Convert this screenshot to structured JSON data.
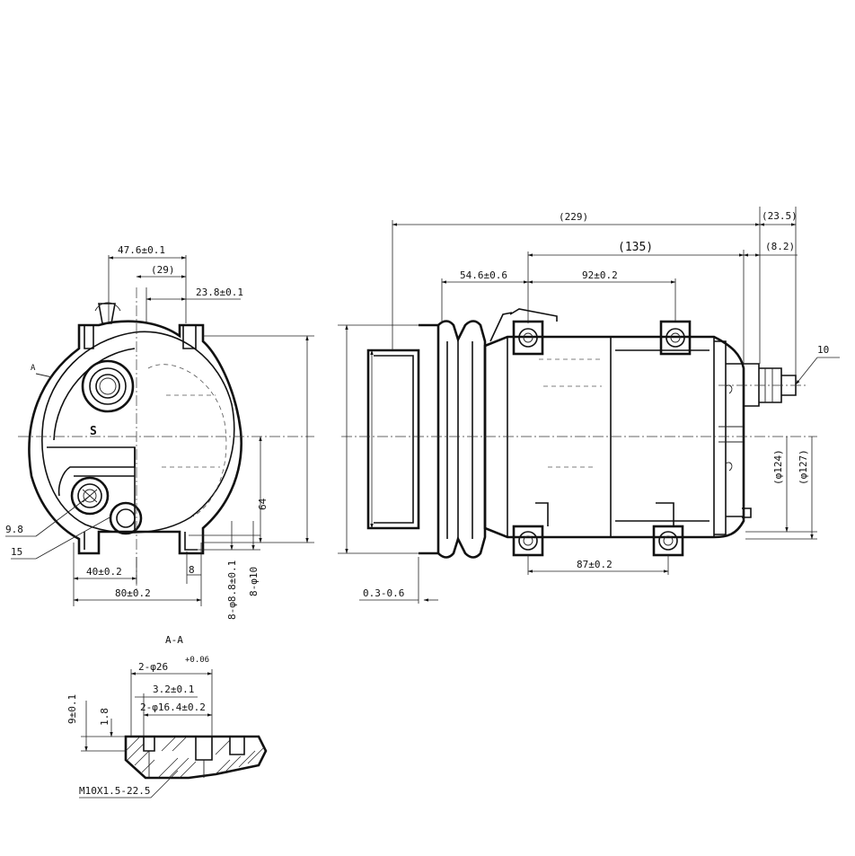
{
  "front_view": {
    "dims": {
      "d_47_6": "47.6±0.1",
      "d_29": "(29)",
      "d_23_8": "23.8±0.1",
      "d_64": "64",
      "d_40": "40±0.2",
      "d_80": "80±0.2",
      "d_8": "8",
      "d_8_phi_8_8": "8-φ8.8±0.1",
      "d_8_phi_10": "8-φ10",
      "d_9_8": "9.8",
      "d_15": "15",
      "section_mark": "A",
      "port_letter": "S"
    }
  },
  "side_view": {
    "dims": {
      "d_229": "(229)",
      "d_23_5": "(23.5)",
      "d_135": "(135)",
      "d_8_2": "(8.2)",
      "d_54_6": "54.6±0.6",
      "d_92": "92±0.2",
      "d_10": "10",
      "d_phi_124": "(φ124)",
      "d_phi_127": "(φ127)",
      "d_87": "87±0.2",
      "d_0_3": "0.3-0.6"
    }
  },
  "section_view": {
    "title": "A-A",
    "dims": {
      "d_2_phi_26": "2-φ26",
      "d_2_phi_26_tol": "+0.06",
      "d_3_2": "3.2±0.1",
      "d_2_phi_16_4": "2-φ16.4±0.2",
      "d_9": "9±0.1",
      "d_1_8": "1.8",
      "d_m10": "M10X1.5-22.5"
    }
  }
}
